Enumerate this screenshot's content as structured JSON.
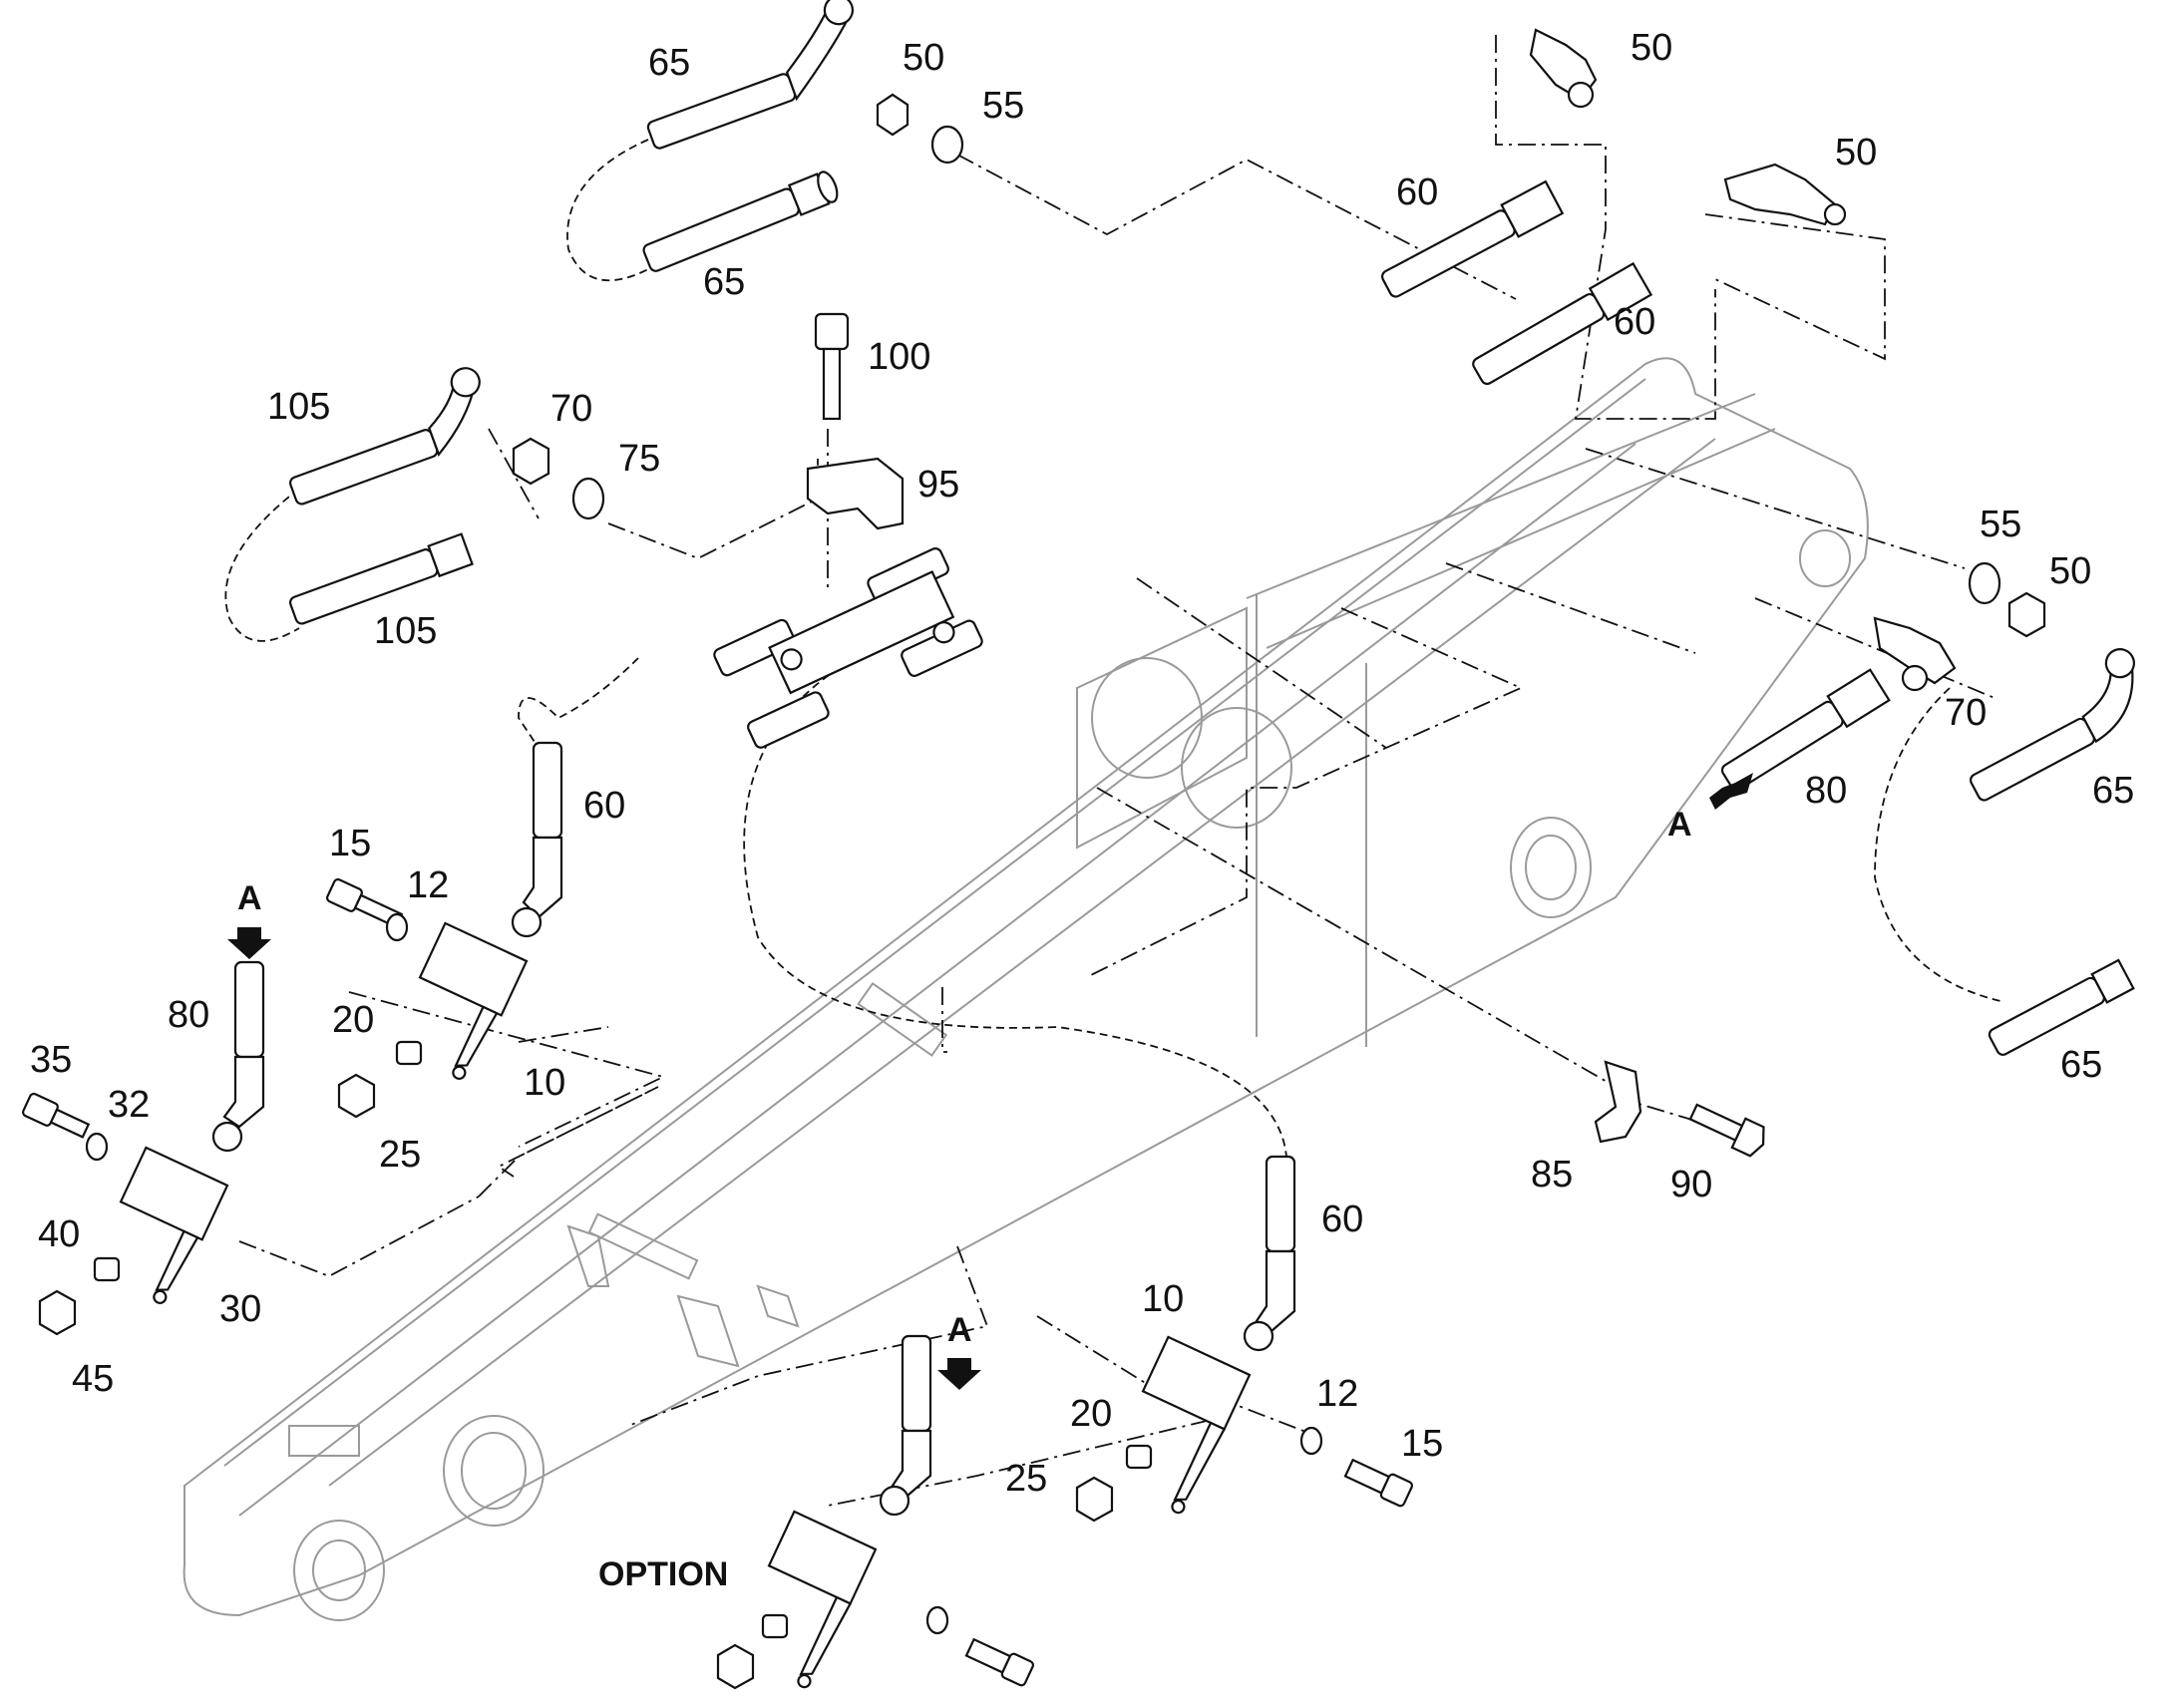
{
  "callouts": {
    "c50a": "50",
    "c55a": "55",
    "c65a": "65",
    "c65b": "65",
    "c50b": "50",
    "c50c": "50",
    "c60a": "60",
    "c60b": "60",
    "c100": "100",
    "c95": "95",
    "c105a": "105",
    "c105b": "105",
    "c70a": "70",
    "c75": "75",
    "c55b": "55",
    "c50d": "50",
    "c70b": "70",
    "c80a": "80",
    "c65c": "65",
    "c65d": "65",
    "c60c": "60",
    "c15a": "15",
    "c12a": "12",
    "c20a": "20",
    "c25a": "25",
    "c10a": "10",
    "c80b": "80",
    "c35": "35",
    "c32": "32",
    "c40": "40",
    "c30": "30",
    "c45": "45",
    "c85": "85",
    "c90": "90",
    "c60d": "60",
    "c10b": "10",
    "c12b": "12",
    "c15b": "15",
    "c20b": "20",
    "c25b": "25"
  },
  "view_markers": {
    "a1": "A",
    "a2": "A",
    "a3": "A"
  },
  "option_label": "OPTION"
}
